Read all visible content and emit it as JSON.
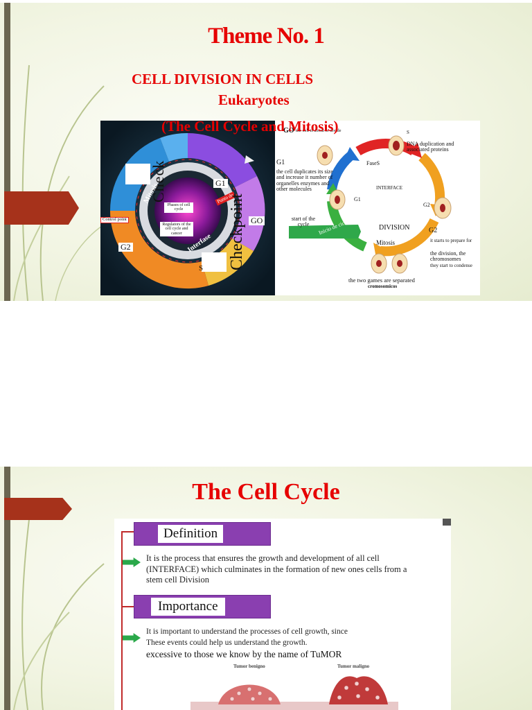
{
  "slide1": {
    "title": "Theme No. 1",
    "subtitle1": "CELL DIVISION IN CELLS",
    "subtitle2": "Eukaryotes",
    "subtitle3": "(The Cell Cycle and Mitosis)",
    "left_diagram": {
      "check_vertical": "Check",
      "checkpoint_vertical": "Checkpoint",
      "g1": "G1",
      "go": "GO",
      "g2": "G2",
      "s": "S",
      "mitosis": "Mitosis",
      "interfase": "Interfase",
      "punto_de": "Punto de",
      "control_point": "Control point",
      "phases": "Phases of cell cycle",
      "regulators": "Regulators of the cell cycle and cancer"
    },
    "right_diagram": {
      "go_label": "GO",
      "go_text": "the cell is about to divide",
      "s_label": "S",
      "dna": "DNA duplication and associated proteins",
      "g1_label": "G1",
      "g1_text": "the cell duplicates its size and increase it number of organelles enzymes and other molecules",
      "fases": "FaseS",
      "interface": "INTERFACE",
      "g1_ring": "G1",
      "g2_ring": "G2",
      "start": "start of the cycle",
      "inicio": "Inicio de ciclo",
      "division": "DIVISION",
      "mitosis": "Mitosis",
      "g2_label": "G2",
      "g2_text1": "it starts to prepare for",
      "g2_text2": "the division, the chromosomes",
      "g2_text3": "they start to condense",
      "bottom_text": "the two games are separated",
      "cromosomicos": "cromosomicos"
    }
  },
  "slide2": {
    "title": "The Cell Cycle",
    "definition_head": "Definition",
    "definition_text": "It is the process that ensures the growth and development of all cell (INTERFACE) which culminates in the formation of new ones cells from a stem cell Division",
    "importance_head": "Importance",
    "importance_line1": "It is important to understand the processes of cell growth, since",
    "importance_line2": "These events could help us understand the growth.",
    "importance_line3": "excessive to those we know by the name of TuMOR",
    "tumor_benign": "Tumor benigno",
    "tumor_malign": "Tumor maligno"
  },
  "colors": {
    "title_red": "#e60000",
    "accent_arrow": "#a6321b",
    "purple_head": "#8a3fb0",
    "bullet_green": "#2aa84a"
  }
}
